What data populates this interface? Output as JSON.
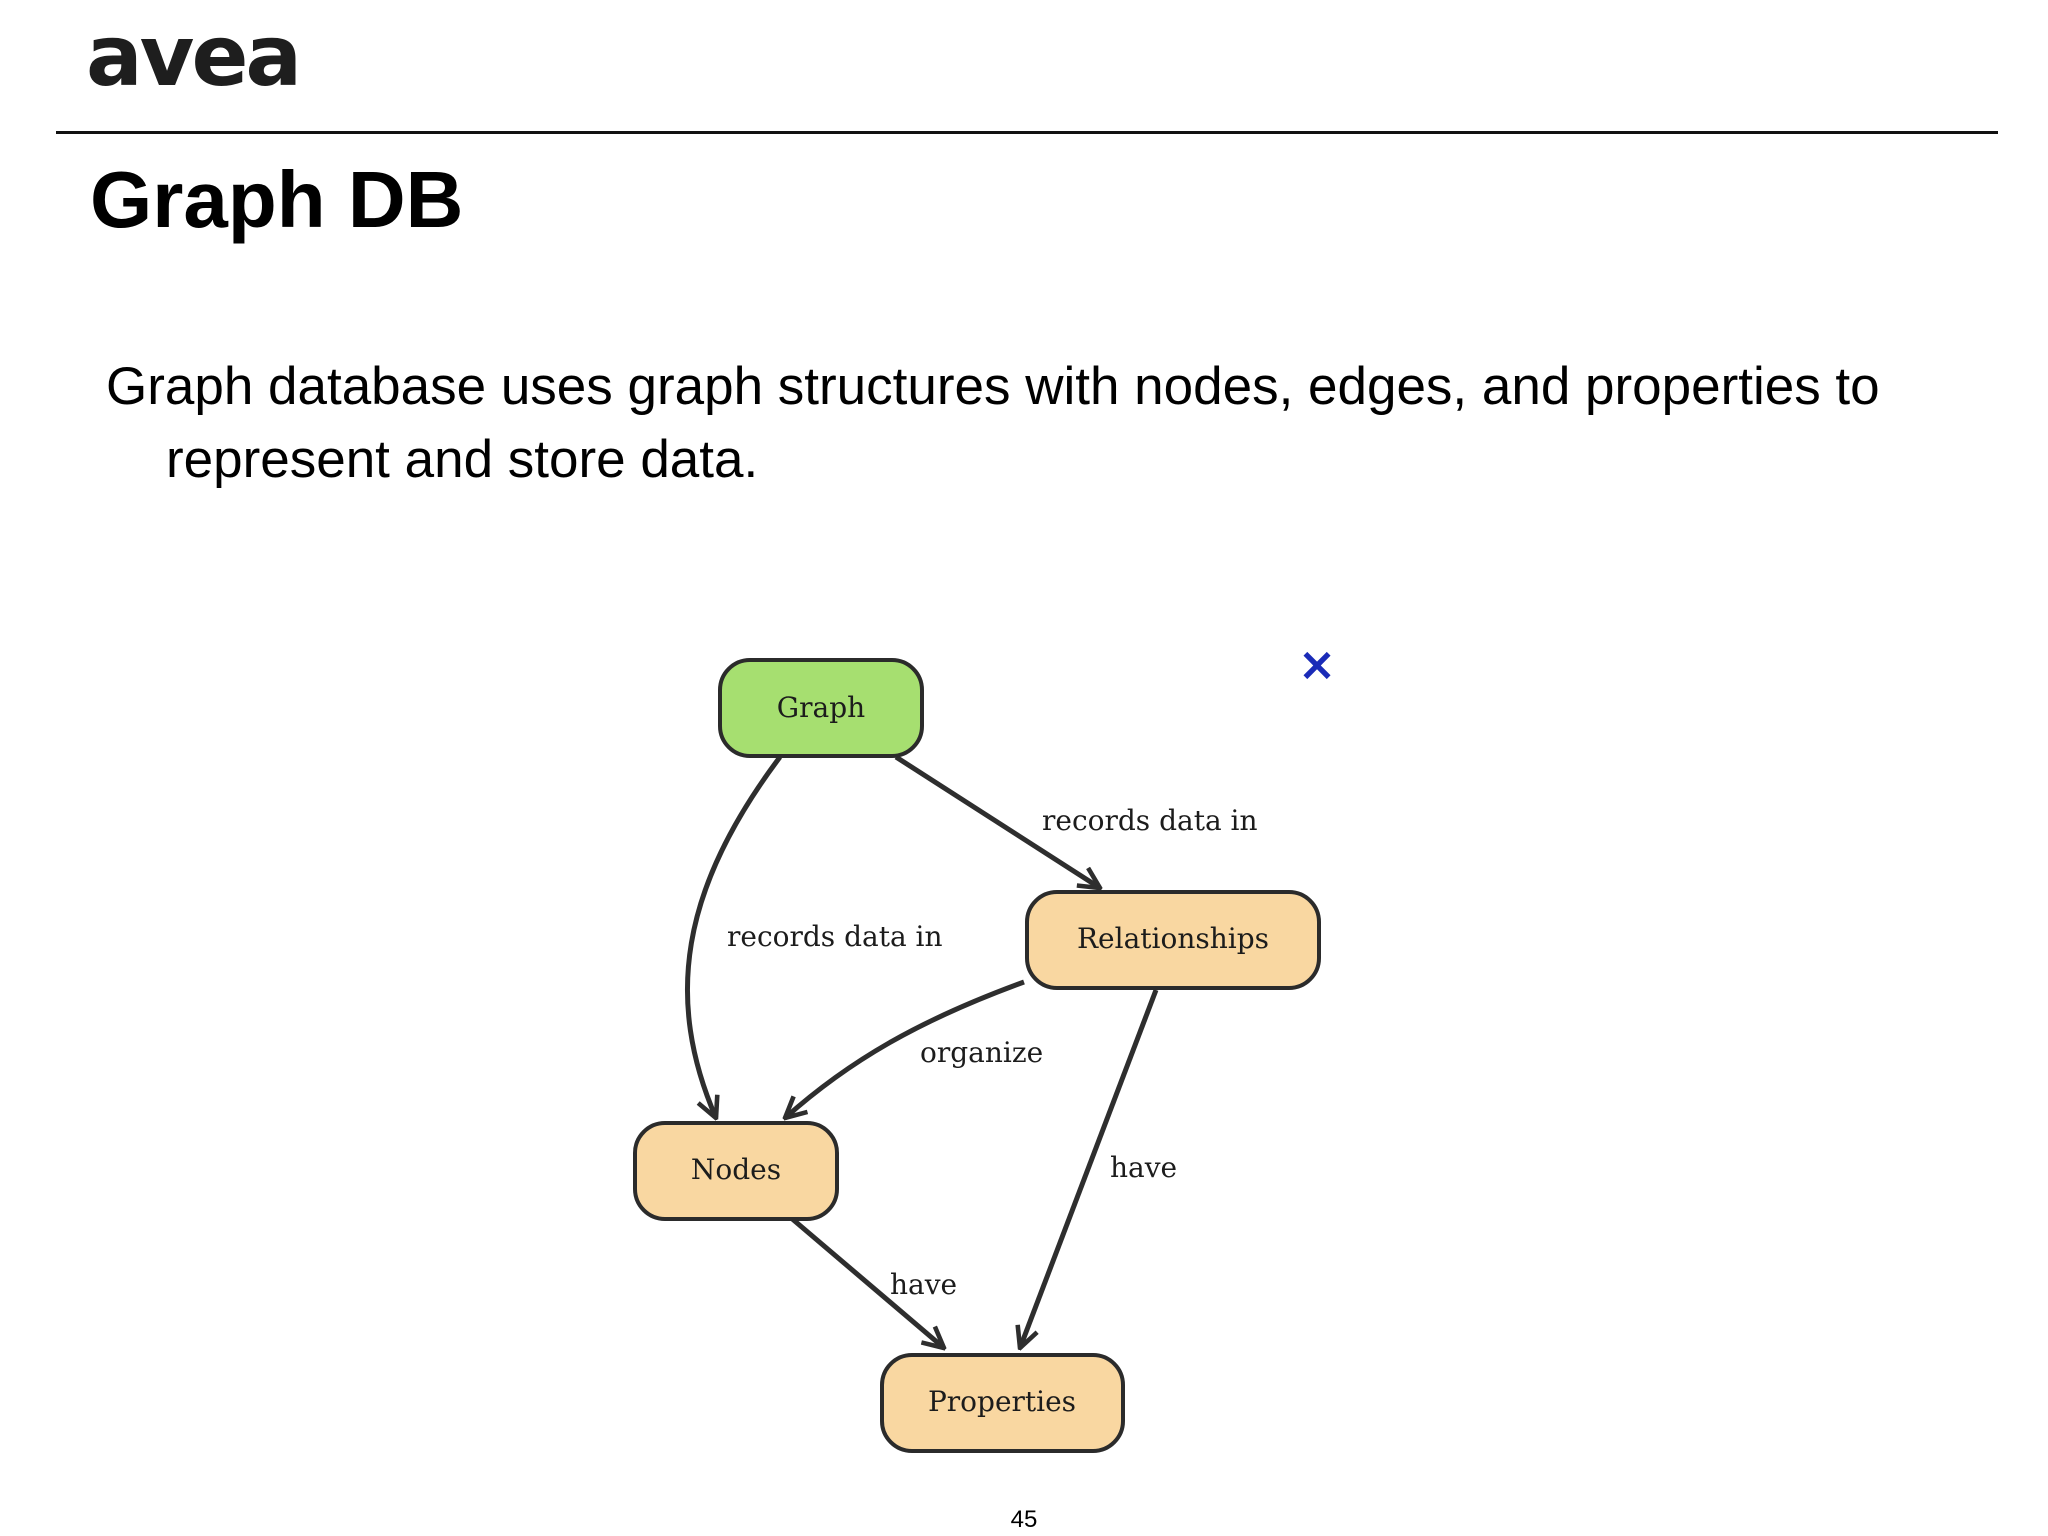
{
  "header": {
    "logo_text": "avea"
  },
  "slide": {
    "title": "Graph DB",
    "body": "Graph database uses graph structures with nodes, edges, and properties to represent and store data.",
    "page_number": "45"
  },
  "diagram": {
    "close_glyph": "×",
    "colors": {
      "root_fill": "#a6df70",
      "node_fill": "#f9d7a1",
      "close_mark": "#1a2bb8"
    },
    "nodes": {
      "graph": "Graph",
      "relationships": "Relationships",
      "nodes": "Nodes",
      "properties": "Properties"
    },
    "edges": {
      "graph_to_relationships": "records data in",
      "graph_to_nodes": "records data in",
      "relationships_to_nodes": "organize",
      "relationships_to_properties": "have",
      "nodes_to_properties": "have"
    }
  }
}
